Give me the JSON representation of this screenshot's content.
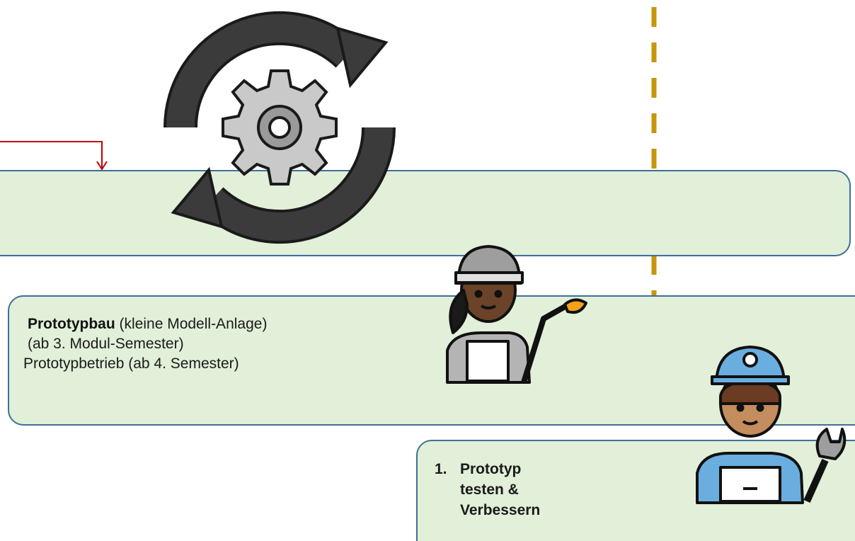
{
  "colors": {
    "box_fill": "#e2efd9",
    "box_border": "#3f6f9a",
    "arrow": "#c00000",
    "divider": "#c8960c",
    "gear_ring": "#3b3b3b",
    "gear_body": "#c9c9c9"
  },
  "prototype_box": {
    "title_bold": "Prototypbau",
    "title_rest": " (kleine Modell-Anlage)",
    "line2": "(ab 3. Modul-Semester)",
    "line3": "Prototypbetrieb (ab 4. Semester)"
  },
  "test_box": {
    "item_number": "1.",
    "item_line1": "Prototyp",
    "item_line2": "testen &",
    "item_line3": "Verbessern"
  },
  "icons": [
    "process-cycle-icon",
    "welder-person-icon",
    "mechanic-person-icon"
  ]
}
